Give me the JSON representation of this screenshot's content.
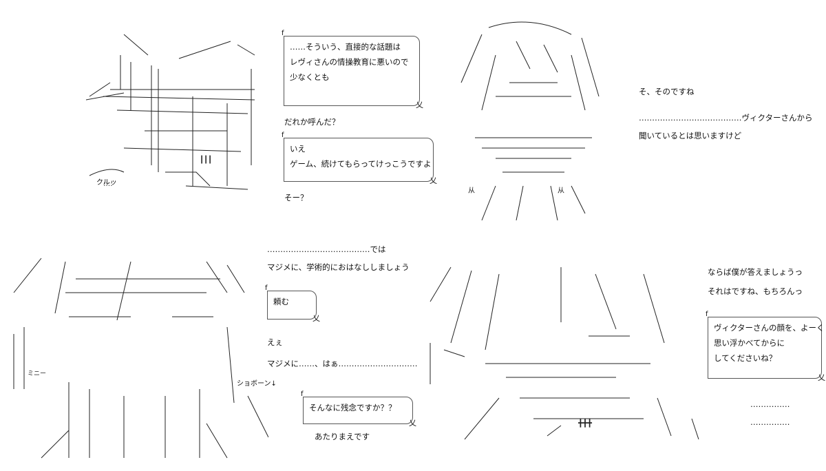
{
  "panels": [
    {
      "bubble1": [
        "……そういう、直接的な話題は",
        "レヴィさんの情操教育に悪いので",
        "少なくとも"
      ],
      "text1": "だれか呼んだ？",
      "bubble2": [
        "いえ",
        "ゲーム、続けてもらってけっこうですよ"
      ],
      "text2": "そー？",
      "sfx": "クルッ"
    },
    {
      "lines": [
        "そ、そのですね",
        "…………………………………ヴィクターさんから",
        "聞いているとは思いますけど"
      ]
    },
    {
      "line1": "…………………………………では",
      "line2": "マジメに、学術的におはなししましょう",
      "bubble1": [
        "頼む"
      ],
      "line3": "えぇ",
      "line4": "マジメに……、はぁ…………………………",
      "sfx": "ショボーン↓",
      "bubble2": [
        "そんなに残念ですか？？"
      ],
      "line5": "あたりまえです"
    },
    {
      "line1": "ならば僕が答えましょうっ",
      "line2": "それはですね、もちろんっ",
      "bubble1": [
        "ヴィクターさんの顔を、よーく",
        "思い浮かべてからに",
        "してくださいね？"
      ],
      "dots1": "……………",
      "dots2": "……………"
    }
  ]
}
